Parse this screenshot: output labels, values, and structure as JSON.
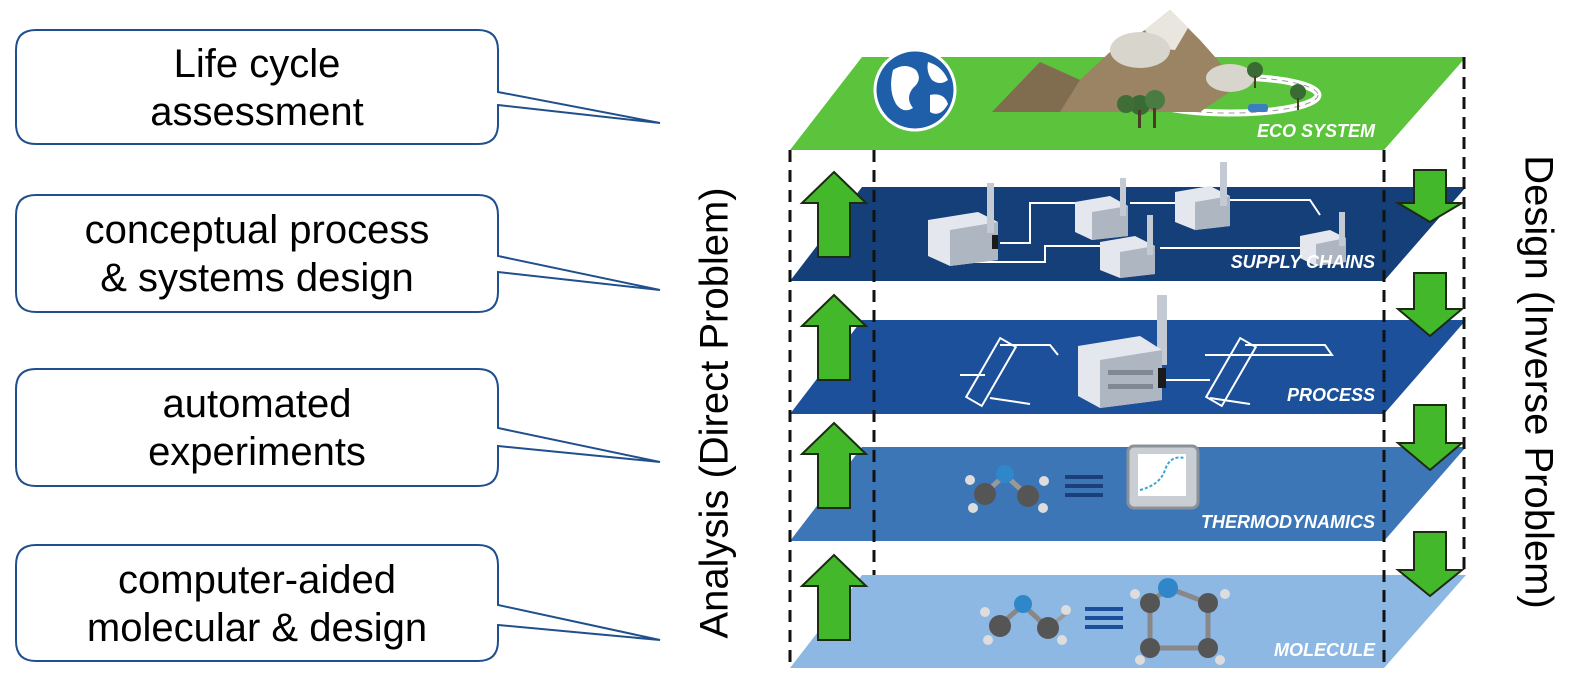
{
  "callouts": [
    {
      "line1": "Life cycle",
      "line2": "assessment"
    },
    {
      "line1": "conceptual process",
      "line2": "& systems design"
    },
    {
      "line1": "automated",
      "line2": "experiments"
    },
    {
      "line1": "computer-aided",
      "line2": "molecular & design"
    }
  ],
  "side_labels": {
    "left": "Analysis (Direct Problem)",
    "right": "Design (Inverse Problem)"
  },
  "layers": [
    {
      "label": "ECO SYSTEM",
      "color": "#5cc33c",
      "icon": "globe-mountains-icon"
    },
    {
      "label": "SUPPLY CHAINS",
      "color": "#153f79",
      "icon": "factory-network-icon"
    },
    {
      "label": "PROCESS",
      "color": "#1c509a",
      "icon": "process-plant-icon"
    },
    {
      "label": "THERMODYNAMICS",
      "color": "#3d76b7",
      "icon": "molecule-equilibrium-icon"
    },
    {
      "label": "MOLECULE",
      "color": "#8db8e4",
      "icon": "molecule-structure-icon"
    }
  ],
  "colors": {
    "arrow_fill": "#43b82a",
    "callout_border": "#1f4f8c",
    "layer_text": "#ffffff"
  }
}
